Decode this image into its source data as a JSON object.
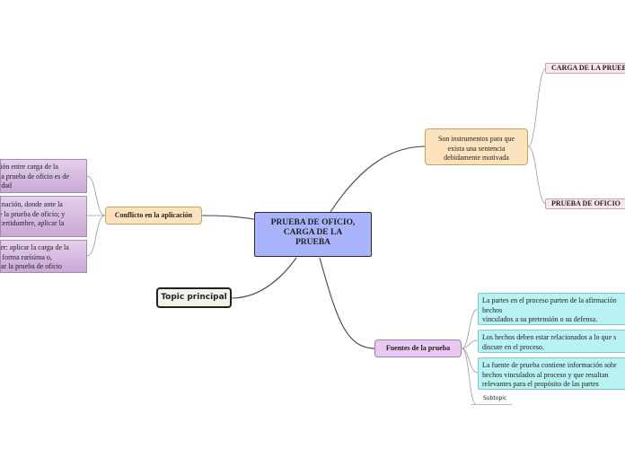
{
  "central": {
    "lines": [
      "PRUEBA DE OFICIO,",
      "CARGA DE LA",
      "PRUEBA"
    ]
  },
  "instrumentos": {
    "lines": [
      "Son instrumentos para que",
      "exista una sentencia",
      "debidamente motivada"
    ]
  },
  "carga": {
    "label": "CARGA DE LA PRUEBA"
  },
  "prueba_oficio": {
    "label": "PRUEBA DE OFICIO"
  },
  "conflicto": {
    "label": "Conflicto en la aplicación"
  },
  "conflicto_items": [
    {
      "lines": [
        "ación entre carga de la",
        "y la prueba de oficio es de",
        "ividad"
      ]
    },
    {
      "lines": [
        "rdinación, donde ante la",
        "rse la prueba de oficio; y",
        "incertidumbre, aplicar la"
      ]
    },
    {
      "lines": [
        "i ser:  aplicar la carga de la",
        "en forma rarísima o,",
        "licar la prueba de oficio"
      ]
    }
  ],
  "topic": {
    "label": "Topic principal"
  },
  "fuentes": {
    "label": "Fuentes de la prueba"
  },
  "fuentes_items": [
    {
      "lines": [
        "La partes en el proceso parten de la afirmación",
        "hechos",
        "vinculados a su pretensión o su defensa."
      ]
    },
    {
      "lines": [
        "Los hechos deben estar relacionados a lo que s",
        "discute en el proceso."
      ]
    },
    {
      "lines": [
        "La fuente de prueba contiene información sobr",
        "hechos vinculados al proceso y que resultan",
        "relevantes para el propósito de las partes"
      ]
    }
  ],
  "subtopic": {
    "label": "Subtopic"
  },
  "colors": {
    "central": "#a9b4fb",
    "orange": "#fce3bd",
    "purple": "#e8c8ef",
    "cyan": "#b9f2f2",
    "pink": "#f7e8ee",
    "connector": "#444444"
  }
}
